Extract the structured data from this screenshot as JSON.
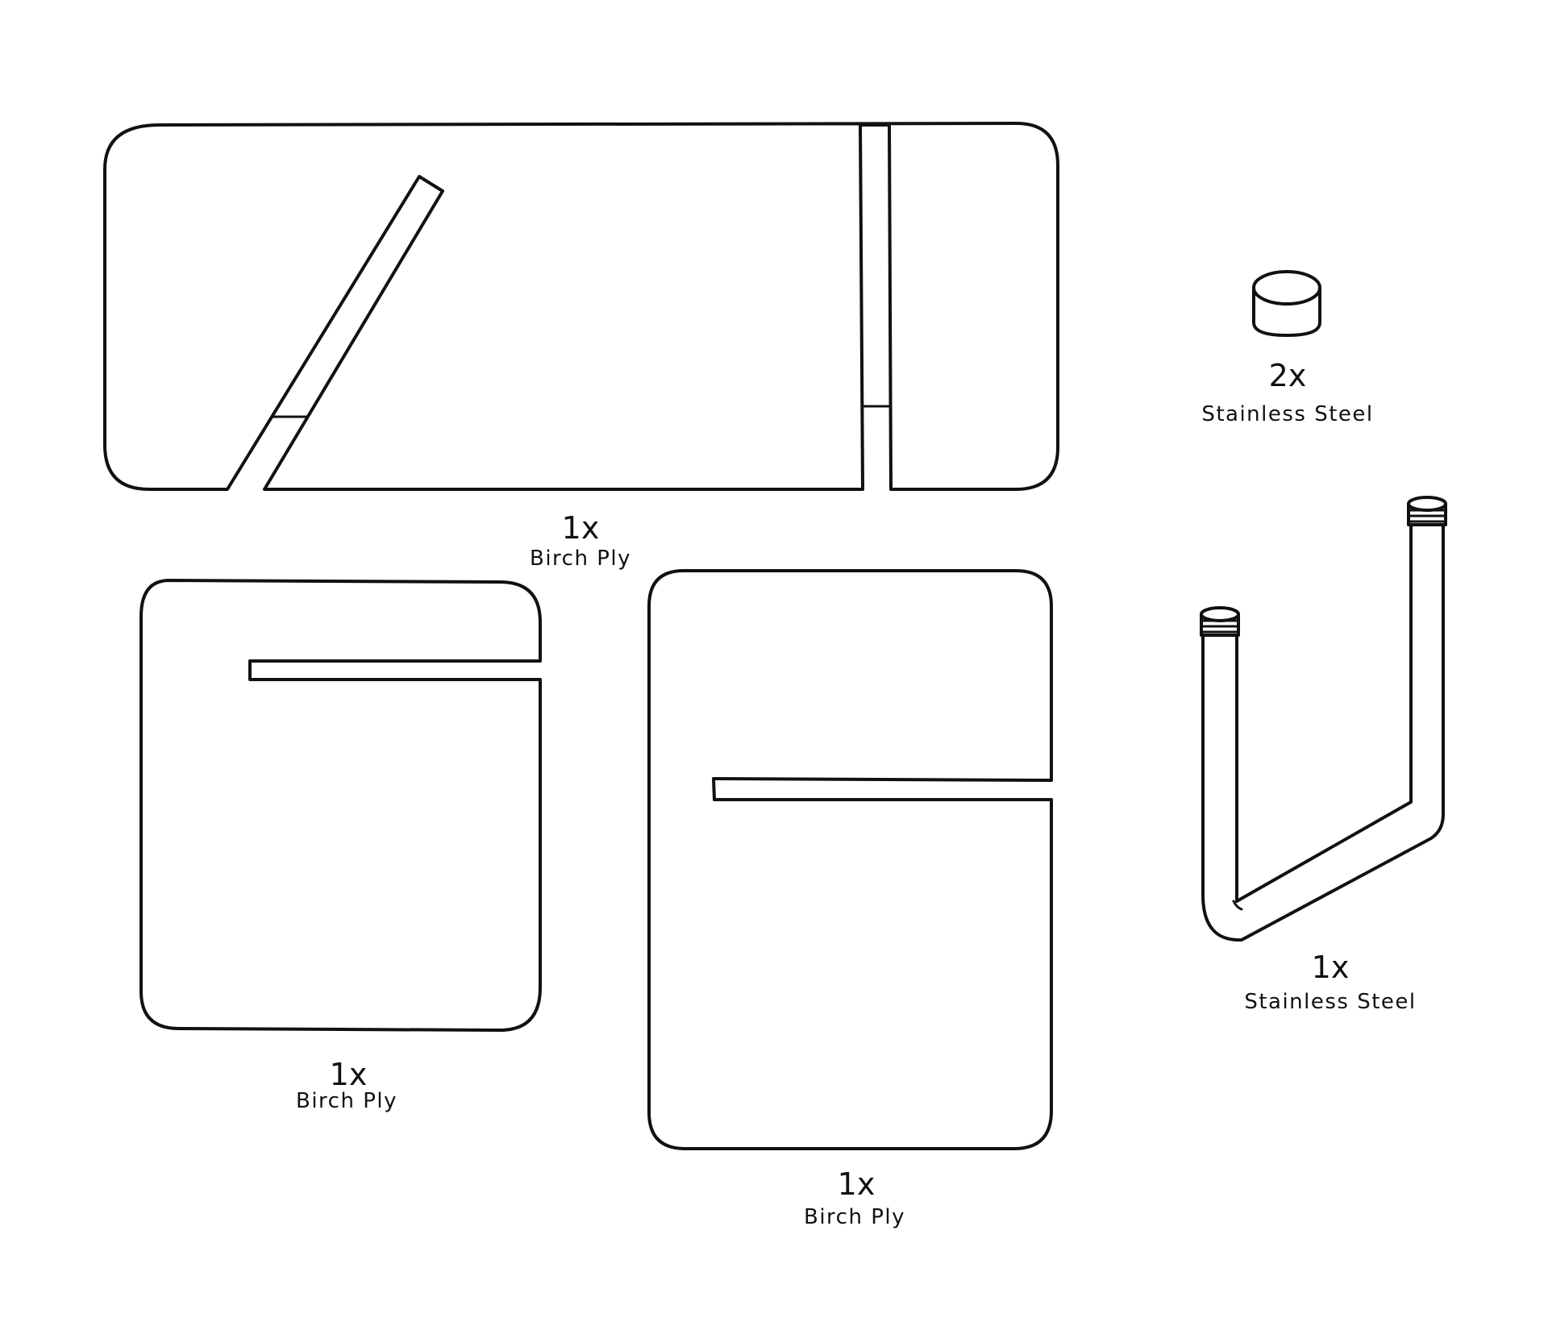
{
  "colors": {
    "background": "#ffffff",
    "line": "#111111"
  },
  "parts": [
    {
      "id": "large-panel",
      "quantity": "1x",
      "material": "Birch Ply"
    },
    {
      "id": "cap",
      "quantity": "2x",
      "material": "Stainless Steel"
    },
    {
      "id": "square-panel",
      "quantity": "1x",
      "material": "Birch Ply"
    },
    {
      "id": "tall-panel",
      "quantity": "1x",
      "material": "Birch Ply"
    },
    {
      "id": "u-tube",
      "quantity": "1x",
      "material": "Stainless Steel"
    }
  ]
}
